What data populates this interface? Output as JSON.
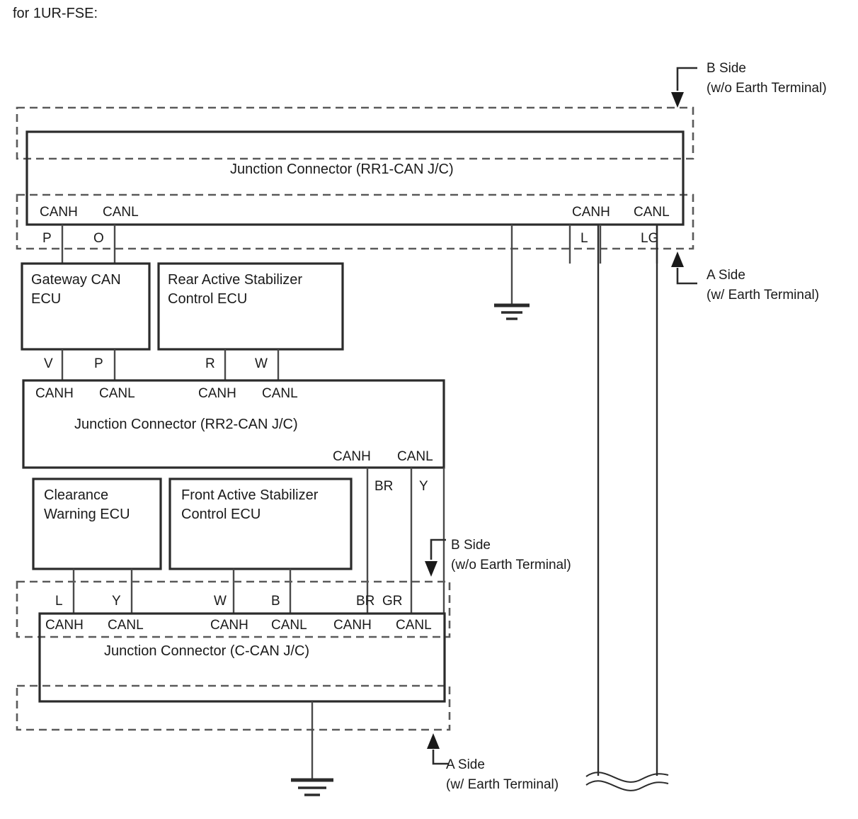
{
  "page": {
    "title": "for 1UR-FSE:",
    "background": "#ffffff",
    "line_color": "#2b2b2b"
  },
  "annotations": [
    {
      "id": "top-right",
      "line1": "B Side",
      "line2": "(w/o Earth Terminal)",
      "arrow": "down"
    },
    {
      "id": "mid-right",
      "line1": "A Side",
      "line2": "(w/ Earth Terminal)",
      "arrow": "up"
    },
    {
      "id": "mid-center",
      "line1": "B Side",
      "line2": "(w/o Earth Terminal)",
      "arrow": "down"
    },
    {
      "id": "bottom-center",
      "line1": "A Side",
      "line2": "(w/ Earth Terminal)",
      "arrow": "up"
    }
  ],
  "blocks": {
    "rr1": {
      "label": "Junction Connector (RR1-CAN J/C)",
      "terminals_left": [
        {
          "signal": "CANH",
          "wire": "P"
        },
        {
          "signal": "CANL",
          "wire": "O"
        }
      ],
      "terminals_right": [
        {
          "signal": "CANH",
          "wire": "L"
        },
        {
          "signal": "CANL",
          "wire": "LG"
        }
      ],
      "earth": true
    },
    "rr2": {
      "label": "Junction Connector (RR2-CAN J/C)",
      "terminals_top": [
        {
          "signal": "CANH",
          "wire": "V"
        },
        {
          "signal": "CANL",
          "wire": "P"
        },
        {
          "signal": "CANH",
          "wire": "R"
        },
        {
          "signal": "CANL",
          "wire": "W"
        }
      ],
      "terminals_bottom_right": [
        {
          "signal": "CANH",
          "wire": "BR"
        },
        {
          "signal": "CANL",
          "wire": "Y"
        }
      ],
      "earth": false
    },
    "ccan": {
      "label": "Junction Connector (C-CAN J/C)",
      "terminals_top": [
        {
          "signal": "CANH",
          "wire": "L"
        },
        {
          "signal": "CANL",
          "wire": "Y"
        },
        {
          "signal": "CANH",
          "wire": "W"
        },
        {
          "signal": "CANL",
          "wire": "B"
        },
        {
          "signal": "CANH",
          "wire": "BR"
        },
        {
          "signal": "CANL",
          "wire": "GR"
        }
      ],
      "earth": true
    }
  },
  "ecus": [
    {
      "id": "gateway-can-ecu",
      "line1": "Gateway CAN",
      "line2": "ECU",
      "wires": [
        "V",
        "P"
      ]
    },
    {
      "id": "rear-active-stabilizer-control-ecu",
      "line1": "Rear Active Stabilizer",
      "line2": "Control ECU",
      "wires": [
        "R",
        "W"
      ]
    },
    {
      "id": "clearance-warning-ecu",
      "line1": "Clearance",
      "line2": "Warning ECU",
      "wires": [
        "L",
        "Y"
      ]
    },
    {
      "id": "front-active-stabilizer-control-ecu",
      "line1": "Front Active Stabilizer",
      "line2": "Control ECU",
      "wires": [
        "W",
        "B"
      ]
    }
  ],
  "signals": {
    "canh": "CANH",
    "canl": "CANL"
  }
}
